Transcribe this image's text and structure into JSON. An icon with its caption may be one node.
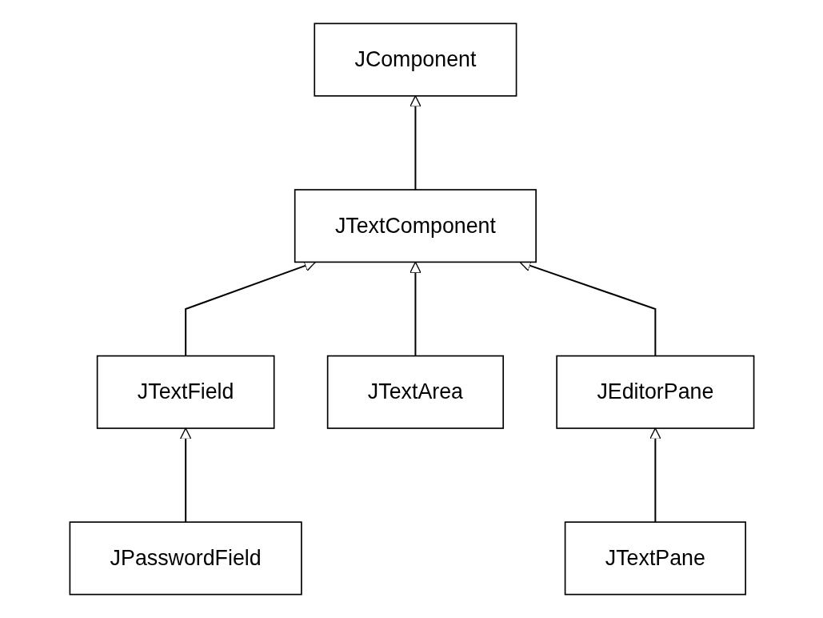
{
  "diagram": {
    "nodes": [
      {
        "text": [
          "JComponent"
        ]
      },
      {
        "text": [
          "JTextComponent"
        ]
      },
      {
        "text": [
          "JTextField"
        ]
      },
      {
        "text": [
          "JTextArea"
        ]
      },
      {
        "text": [
          "JEditorPane"
        ]
      },
      {
        "text": [
          "JPasswordField"
        ]
      },
      {
        "text": [
          "JTextPane"
        ]
      }
    ],
    "edges": [
      {
        "from": 1,
        "to": 0,
        "arrow": "to"
      },
      {
        "from": 2,
        "to": 1,
        "arrow": "to"
      },
      {
        "from": 3,
        "to": 1,
        "arrow": "to"
      },
      {
        "from": 4,
        "to": 1,
        "arrow": "to"
      },
      {
        "from": 5,
        "to": 2,
        "arrow": "to"
      },
      {
        "from": 6,
        "to": 4,
        "arrow": "to"
      }
    ]
  }
}
